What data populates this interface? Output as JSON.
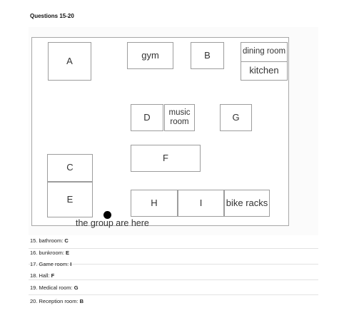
{
  "heading": "Questions 15-20",
  "map": {
    "rooms": {
      "a": "A",
      "gym": "gym",
      "b": "B",
      "dining": "dining room",
      "kitchen": "kitchen",
      "d": "D",
      "music": "music room",
      "g": "G",
      "f": "F",
      "c": "C",
      "e": "E",
      "h": "H",
      "i": "I",
      "bike": "bike racks"
    },
    "marker_label": "the group are here"
  },
  "answers": [
    {
      "question": "15. bathroom:",
      "answer": "C"
    },
    {
      "question": "16. bunkroom:",
      "answer": "E"
    },
    {
      "question": "17. Game room:",
      "answer": "I"
    },
    {
      "question": "18. Hall:",
      "answer": "F"
    },
    {
      "question": "19. Medical room:",
      "answer": "G"
    },
    {
      "question": "20. Reception room:",
      "answer": "B"
    }
  ]
}
